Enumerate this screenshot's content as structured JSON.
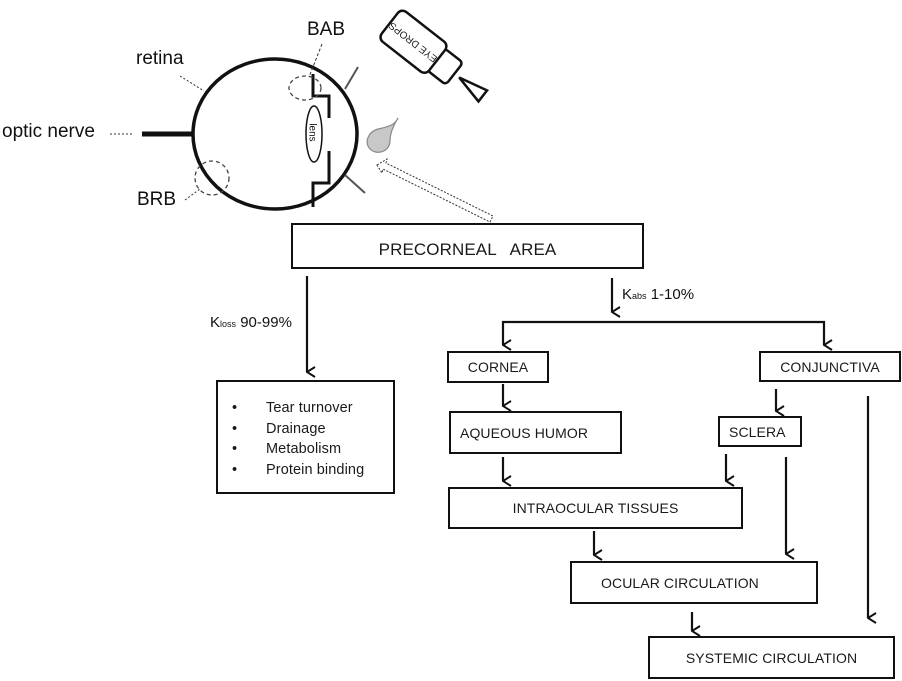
{
  "eye": {
    "labels": {
      "retina": "retina",
      "bab": "BAB",
      "optic_nerve": "optic nerve",
      "brb": "BRB",
      "lens": "lens"
    },
    "bottle_label": "EYE DROPS",
    "drop_color": "#c8c8c8"
  },
  "flow": {
    "precorneal": "PRECORNEAL   AREA",
    "kloss": {
      "symbol": "K",
      "subscript": "loss",
      "value": "90-99%"
    },
    "kabs": {
      "symbol": "K",
      "subscript": "abs",
      "value": "1-10%"
    },
    "loss_box": {
      "items": [
        "Tear turnover",
        "Drainage",
        "Metabolism",
        "Protein binding"
      ]
    },
    "cornea": "CORNEA",
    "conjunctiva": "CONJUNCTIVA",
    "aqueous_humor": "AQUEOUS HUMOR",
    "sclera": "SCLERA",
    "intraocular_tissues": "INTRAOCULAR TISSUES",
    "ocular_circulation": "OCULAR CIRCULATION",
    "systemic_circulation": "SYSTEMIC CIRCULATION"
  }
}
